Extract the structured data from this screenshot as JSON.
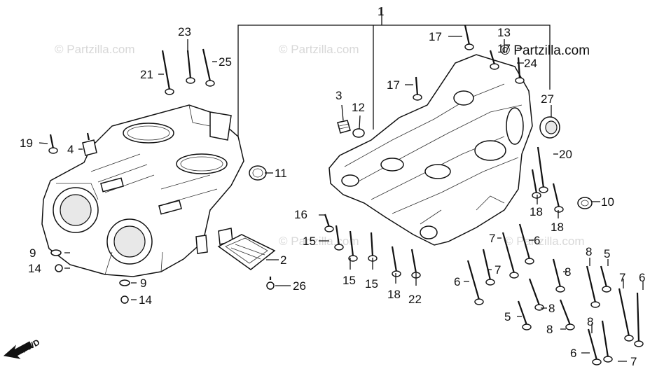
{
  "watermark": "© Partzilla.com",
  "brand_watermark": "© Partzilla.com",
  "fwd_label": "FWD",
  "callouts": {
    "c1": "1",
    "c2": "2",
    "c3": "3",
    "c4": "4",
    "c5a": "5",
    "c5b": "5",
    "c6a": "6",
    "c6b": "6",
    "c6c": "6",
    "c6d": "6",
    "c7a": "7",
    "c7b": "7",
    "c7c": "7",
    "c7d": "7",
    "c8a": "8",
    "c8b": "8",
    "c8c": "8",
    "c8d": "8",
    "c8e": "8",
    "c9a": "9",
    "c9b": "9",
    "c10": "10",
    "c11": "11",
    "c12": "12",
    "c13": "13",
    "c14a": "14",
    "c14b": "14",
    "c15a": "15",
    "c15b": "15",
    "c15c": "15",
    "c16": "16",
    "c17a": "17",
    "c17b": "17",
    "c17c": "17",
    "c18a": "18",
    "c18b": "18",
    "c18c": "18",
    "c19": "19",
    "c20": "20",
    "c21": "21",
    "c22": "22",
    "c23": "23",
    "c24": "24",
    "c25": "25",
    "c26": "26",
    "c27": "27"
  }
}
